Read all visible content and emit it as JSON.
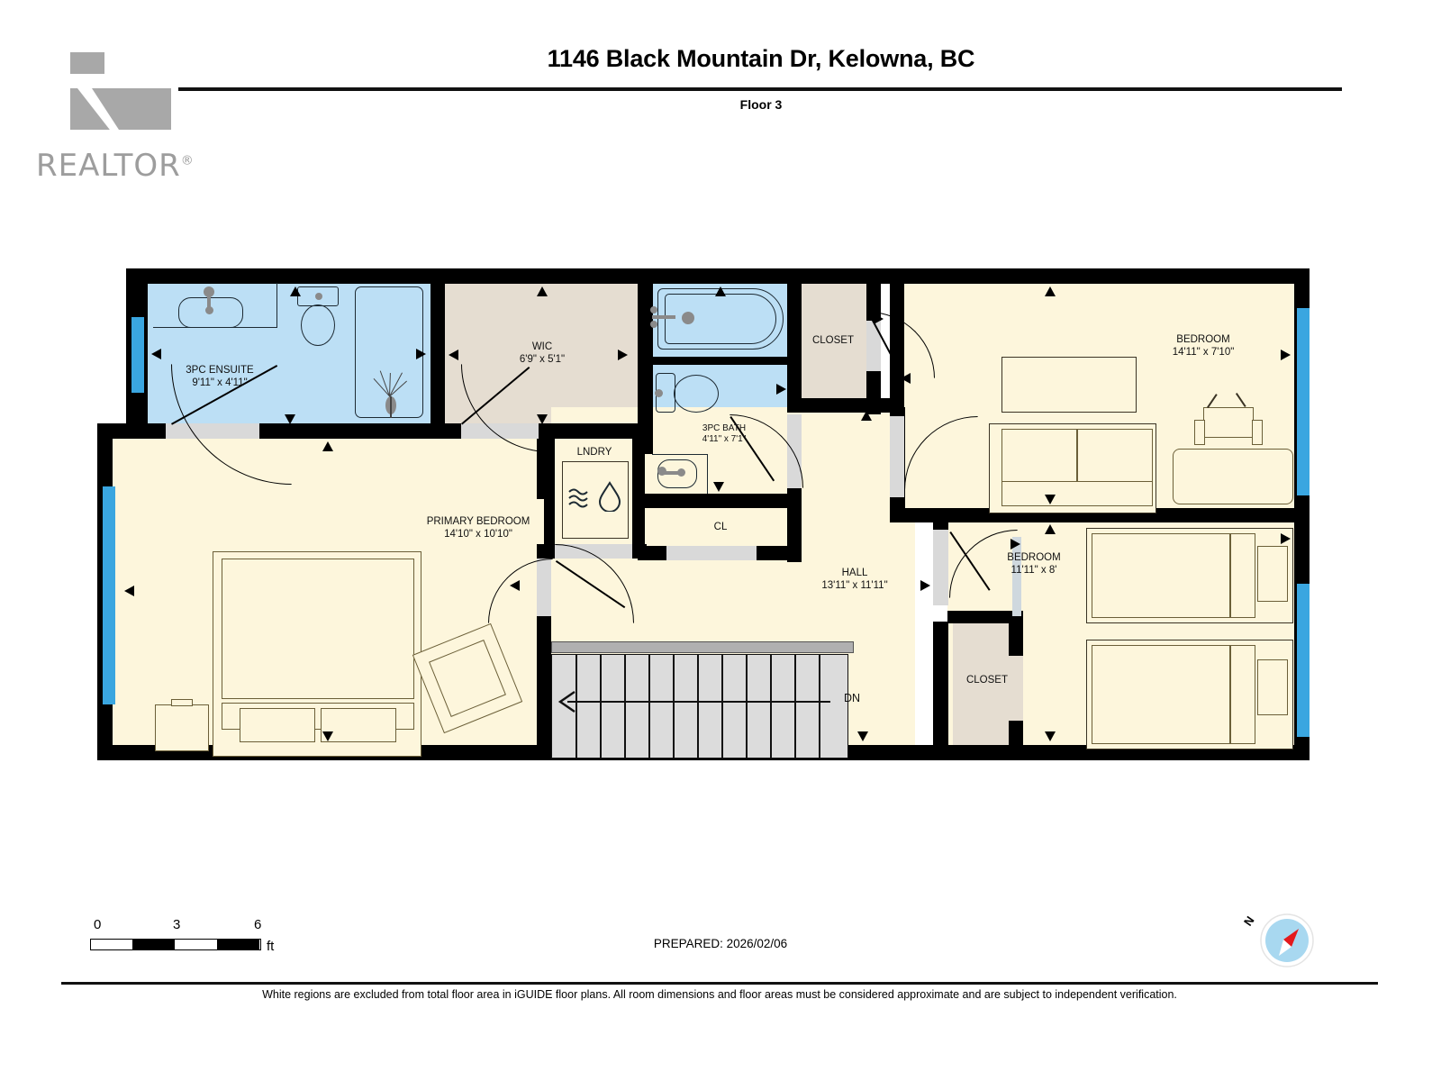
{
  "header": {
    "logo_text": "REALTOR",
    "logo_sup": "®",
    "title": "1146 Black Mountain Dr, Kelowna, BC",
    "floor": "Floor 3"
  },
  "footer": {
    "scale_ticks": [
      "0",
      "3",
      "6"
    ],
    "scale_unit": "ft",
    "prepared": "PREPARED: 2026/02/06",
    "compass_north": "N",
    "disclaimer": "White regions are excluded from total floor area in iGUIDE floor plans. All room dimensions and floor areas must be considered approximate and are subject to independent verification."
  },
  "colors": {
    "wall": "#000000",
    "bedroom_fill": "#fdf6dc",
    "bath_fill": "#bcdff5",
    "closet_fill": "#e5ddd1",
    "stair_fill": "#dcdcdc",
    "window": "#3aa6e0",
    "logo_grey": "#a8a8a8"
  },
  "rooms": [
    {
      "id": "ensuite",
      "name": "3PC ENSUITE",
      "dims": "9'11\" x 4'11\"",
      "fill": "bath"
    },
    {
      "id": "wic",
      "name": "WIC",
      "dims": "6'9\" x 5'1\"",
      "fill": "closet"
    },
    {
      "id": "bath3pc",
      "name": "3PC BATH",
      "dims": "4'11\" x 7'1\"",
      "fill": "bath"
    },
    {
      "id": "closet1",
      "name": "CLOSET",
      "dims": "",
      "fill": "closet"
    },
    {
      "id": "bedroom1",
      "name": "BEDROOM",
      "dims": "14'11\" x 7'10\"",
      "fill": "bedroom"
    },
    {
      "id": "lndry",
      "name": "LNDRY",
      "dims": "",
      "fill": "closet"
    },
    {
      "id": "cl",
      "name": "CL",
      "dims": "",
      "fill": "closet"
    },
    {
      "id": "primary",
      "name": "PRIMARY BEDROOM",
      "dims": "14'10\" x 10'10\"",
      "fill": "bedroom"
    },
    {
      "id": "hall",
      "name": "HALL",
      "dims": "13'11\" x 11'11\"",
      "fill": "bedroom"
    },
    {
      "id": "bedroom2",
      "name": "BEDROOM",
      "dims": "11'11\" x 8'",
      "fill": "bedroom"
    },
    {
      "id": "closet2",
      "name": "CLOSET",
      "dims": "",
      "fill": "closet"
    }
  ],
  "stairs": {
    "direction_label": "DN",
    "tread_count": 12
  }
}
